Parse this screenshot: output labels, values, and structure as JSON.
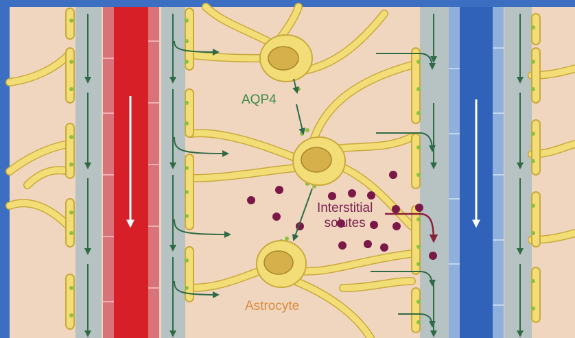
{
  "labels": {
    "aqp4": "AQP4",
    "interstitial_solutes_line1": "Interstitial",
    "interstitial_solutes_line2": "solutes",
    "astrocyte": "Astrocyte"
  },
  "colors": {
    "frame": "#3c6fc2",
    "background": "#f0d6bf",
    "astrocyte_process": "#f2dd76",
    "astrocyte_outline": "#c9a93c",
    "nucleus": "#d6b04a",
    "aqp4_dots": "#8fbf3f",
    "artery": "#d61f26",
    "artery_wall": "#d9737a",
    "vein": "#2f62b8",
    "vein_wall": "#8fb0dd",
    "perivascular_space": "#b7c3c2",
    "flow_arrows": "#2e6a46",
    "solute": "#7a1848",
    "vessel_arrow": "#ffffff"
  },
  "icons": [
    "astrocyte-cell",
    "aqp4-channel",
    "flow-arrow",
    "solute-dot"
  ]
}
